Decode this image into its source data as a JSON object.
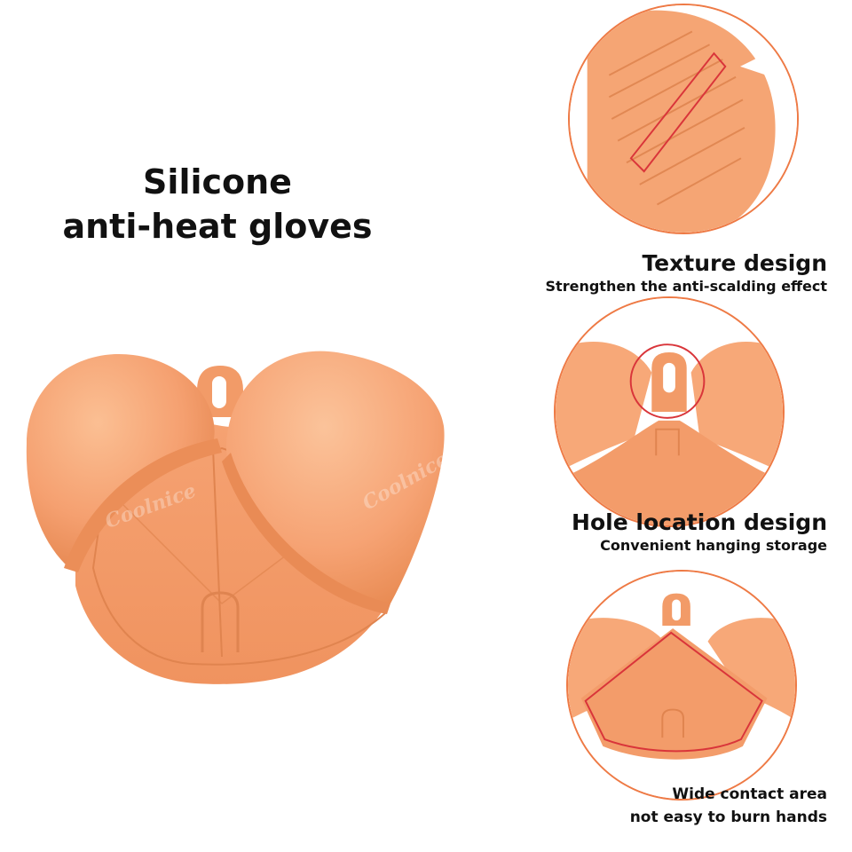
{
  "title": {
    "line1": "Silicone",
    "line2": "anti-heat gloves"
  },
  "product": {
    "watermark_left": "Coolnice",
    "watermark_right": "Coolnice"
  },
  "features": [
    {
      "heading": "Texture design",
      "subtitle": "Strengthen the anti-scalding effect"
    },
    {
      "heading": "Hole location design",
      "subtitle": "Convenient hanging storage"
    },
    {
      "line1": "Wide contact area",
      "line2": "not easy to burn hands"
    }
  ],
  "colors": {
    "silicone": "#f6a577",
    "silicone_shade": "#e8895a",
    "circle_border": "#ee7a45",
    "highlight": "#d9353a",
    "text": "#111111"
  }
}
